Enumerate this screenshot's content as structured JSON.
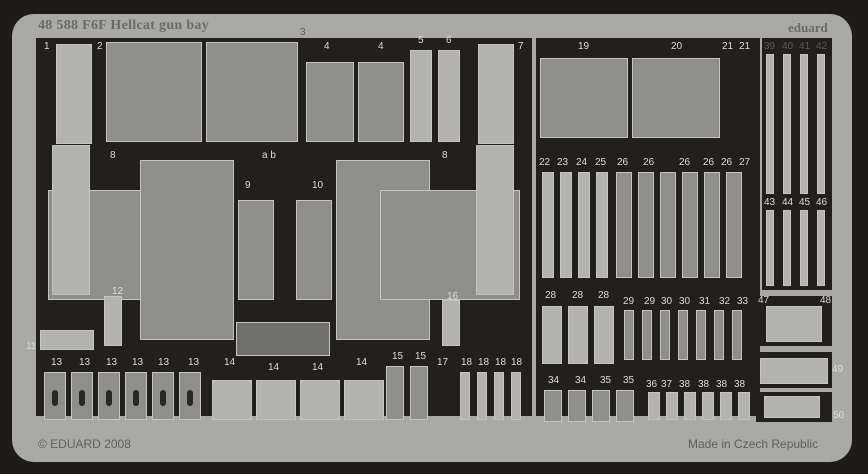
{
  "header": {
    "title": "48 588  F6F Hellcat gun bay",
    "brand": "eduard"
  },
  "footer": {
    "copyright": "© EDUARD 2008",
    "origin": "Made in Czech Republic"
  },
  "part_labels": [
    "1",
    "2",
    "3",
    "4",
    "4",
    "5",
    "6",
    "7",
    "19",
    "20",
    "21",
    "21",
    "39",
    "40",
    "41",
    "42",
    "8",
    "a b",
    "8",
    "9",
    "10",
    "22",
    "23",
    "24",
    "25",
    "26",
    "26",
    "26",
    "26",
    "26",
    "27",
    "43",
    "44",
    "45",
    "46",
    "12",
    "16",
    "28",
    "28",
    "28",
    "29",
    "29",
    "30",
    "30",
    "31",
    "32",
    "33",
    "47",
    "48",
    "11",
    "49",
    "13",
    "13",
    "13",
    "13",
    "13",
    "13",
    "14",
    "14",
    "14",
    "14",
    "15",
    "15",
    "17",
    "18",
    "18",
    "18",
    "18",
    "34",
    "34",
    "35",
    "35",
    "36",
    "37",
    "38",
    "38",
    "38",
    "38",
    "50"
  ],
  "colors": {
    "background": "#1e1b19",
    "fret": "#a9a9a7",
    "part": "#8e8e8c"
  }
}
